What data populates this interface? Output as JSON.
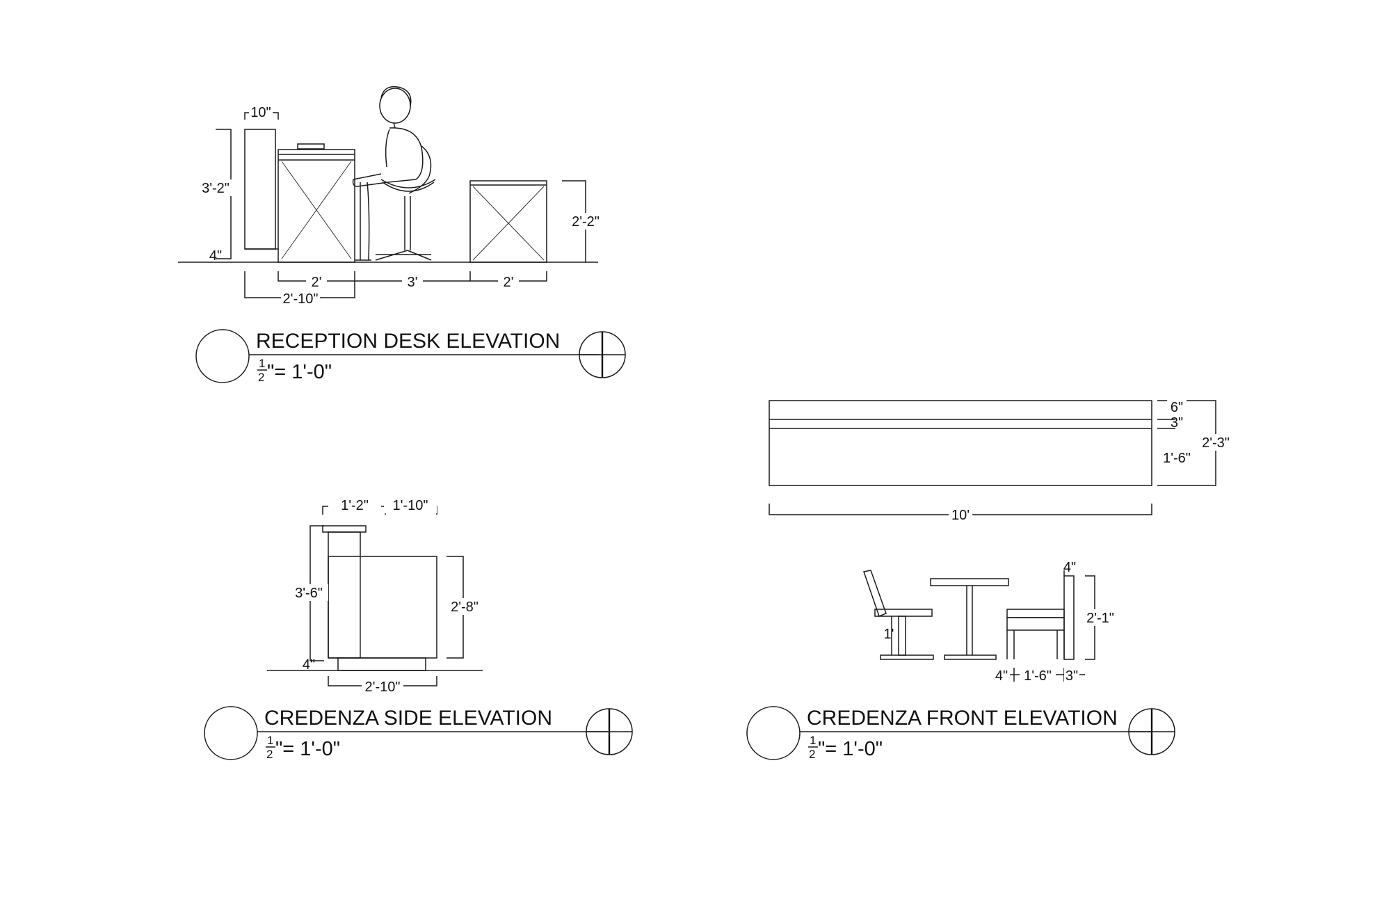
{
  "reception": {
    "title": "RECEPTION DESK ELEVATION",
    "scale_num": "1",
    "scale_den": "2",
    "scale_rest": "\"= 1'-0\"",
    "dims": {
      "panel_width": "10\"",
      "panel_height": "3'-2\"",
      "base": "4\"",
      "desk_depth": "2'",
      "clearance": "3'",
      "cube_width": "2'",
      "cube_height": "2'-2\"",
      "overall": "2'-10\""
    }
  },
  "credenza_side": {
    "title": "CREDENZA SIDE ELEVATION",
    "scale_num": "1",
    "scale_den": "2",
    "scale_rest": "\"= 1'-0\"",
    "dims": {
      "top_left": "1'-2\"",
      "top_right": "1'-10\"",
      "height": "3'-6\"",
      "seat_height": "2'-8\"",
      "base": "4\"",
      "width": "2'-10\""
    }
  },
  "credenza_front": {
    "title": "CREDENZA FRONT ELEVATION",
    "scale_num": "1",
    "scale_den": "2",
    "scale_rest": "\"= 1'-0\"",
    "dims": {
      "top_band": "6\"",
      "mid_band": "3\"",
      "body": "1'-6\"",
      "overall_height": "2'-3\"",
      "length": "10'",
      "booth_top": "4\"",
      "booth_height": "2'-1\"",
      "leg": "1'",
      "foot_left": "4\"",
      "seat_depth": "1'-6\"",
      "foot_right": "3\""
    }
  }
}
